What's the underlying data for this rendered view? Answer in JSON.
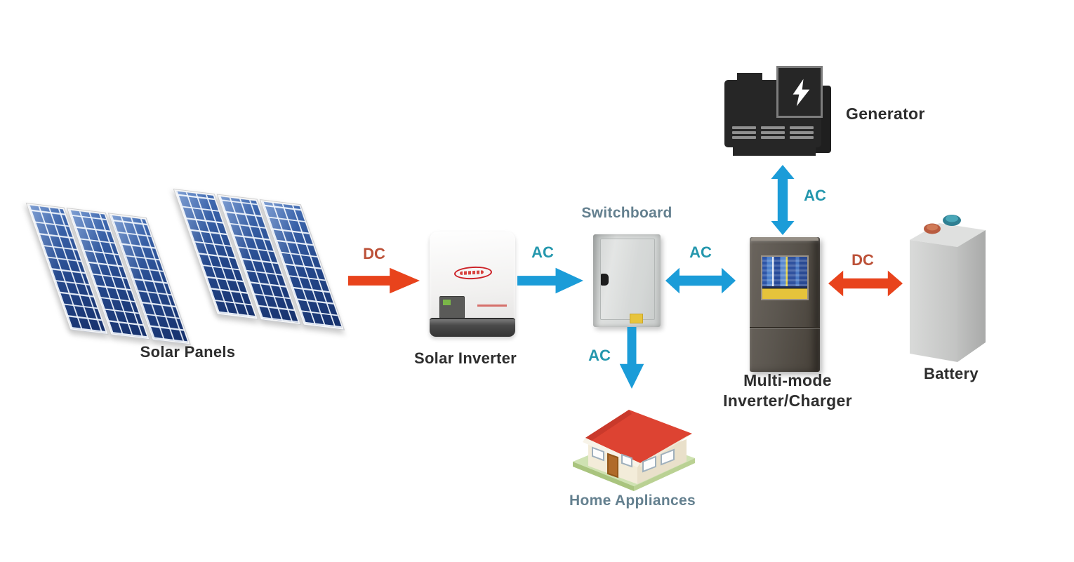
{
  "diagram": {
    "title_hint": "Hybrid solar power system diagram",
    "background": "#ffffff"
  },
  "nodes": {
    "solar_panels": {
      "label": "Solar Panels"
    },
    "solar_inverter": {
      "label": "Solar Inverter"
    },
    "switchboard": {
      "label": "Switchboard"
    },
    "generator": {
      "label": "Generator"
    },
    "multi_mode_inverter_charger": {
      "label_line1": "Multi-mode",
      "label_line2": "Inverter/Charger"
    },
    "battery": {
      "label": "Battery"
    },
    "home_appliances": {
      "label": "Home Appliances"
    }
  },
  "flows": {
    "pv_dc": {
      "label": "DC",
      "from": "solar_panels",
      "to": "solar_inverter",
      "direction": "one-way"
    },
    "inverter_ac": {
      "label": "AC",
      "from": "solar_inverter",
      "to": "switchboard",
      "direction": "one-way"
    },
    "switchboard_multimode_ac": {
      "label": "AC",
      "from": "switchboard",
      "to": "multi_mode_inverter_charger",
      "direction": "two-way"
    },
    "switchboard_home_ac": {
      "label": "AC",
      "from": "switchboard",
      "to": "home_appliances",
      "direction": "one-way"
    },
    "generator_multimode_ac": {
      "label": "AC",
      "from": "generator",
      "to": "multi_mode_inverter_charger",
      "direction": "two-way"
    },
    "multimode_battery_dc": {
      "label": "DC",
      "from": "multi_mode_inverter_charger",
      "to": "battery",
      "direction": "two-way"
    }
  },
  "colors": {
    "ac_arrow": "#1b9cd8",
    "dc_arrow": "#e8431c",
    "ac_label": "#2497ad",
    "dc_label": "#bc5138",
    "node_label": "#2d2d2d",
    "muted_label": "#64808f",
    "panel_blue": "#24478a",
    "roof_red": "#dd4332",
    "generator_black": "#262626"
  }
}
